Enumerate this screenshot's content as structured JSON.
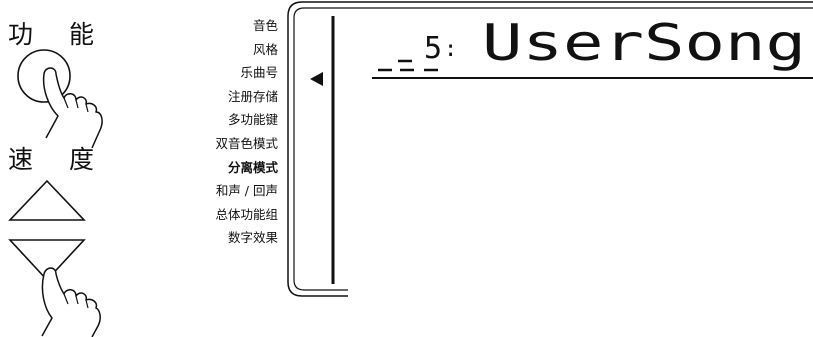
{
  "left_panel": {
    "function_label": "功 能",
    "tempo_label": "速 度",
    "icons": [
      "pointing-hand-icon",
      "up-triangle-icon",
      "down-triangle-icon"
    ]
  },
  "menu": {
    "items": [
      {
        "label": "音色",
        "bold": false
      },
      {
        "label": "风格",
        "bold": false
      },
      {
        "label": "乐曲号",
        "bold": false
      },
      {
        "label": "注册存储",
        "bold": false
      },
      {
        "label": "多功能键",
        "bold": false
      },
      {
        "label": "双音色模式",
        "bold": false
      },
      {
        "label": "分离模式",
        "bold": true
      },
      {
        "label": "和声 / 回声",
        "bold": false
      },
      {
        "label": "总体功能组",
        "bold": false
      },
      {
        "label": "数字效果",
        "bold": false
      }
    ],
    "selected_index": 2
  },
  "display": {
    "song_number": "5",
    "separator": ":",
    "song_name": "UserSong",
    "indicator_icon": "left-pointer-icon"
  }
}
